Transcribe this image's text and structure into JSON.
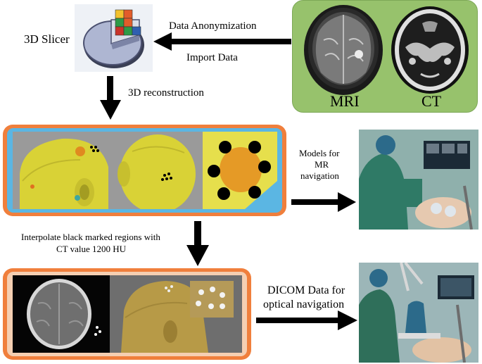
{
  "slicer": {
    "label": "3D Slicer"
  },
  "arrows": {
    "anonymization": "Data Anonymization",
    "import": "Import Data",
    "reconstruction": "3D reconstruction",
    "interpolate_line1": "Interpolate black marked regions with",
    "interpolate_line2": "CT value 1200 HU",
    "mr_line1": "Models for",
    "mr_line2": "MR",
    "mr_line3": "navigation",
    "dicom_line1": "DICOM Data for",
    "dicom_line2": "optical navigation"
  },
  "imaging": {
    "mri_label": "MRI",
    "ct_label": "CT"
  },
  "colors": {
    "panel_green": "#97c26c",
    "panel_orange": "#f07f3c",
    "panel_blue": "#5bb6e3",
    "panel_peach": "#f5cfb2",
    "model_yellow": "#e8e25a"
  }
}
